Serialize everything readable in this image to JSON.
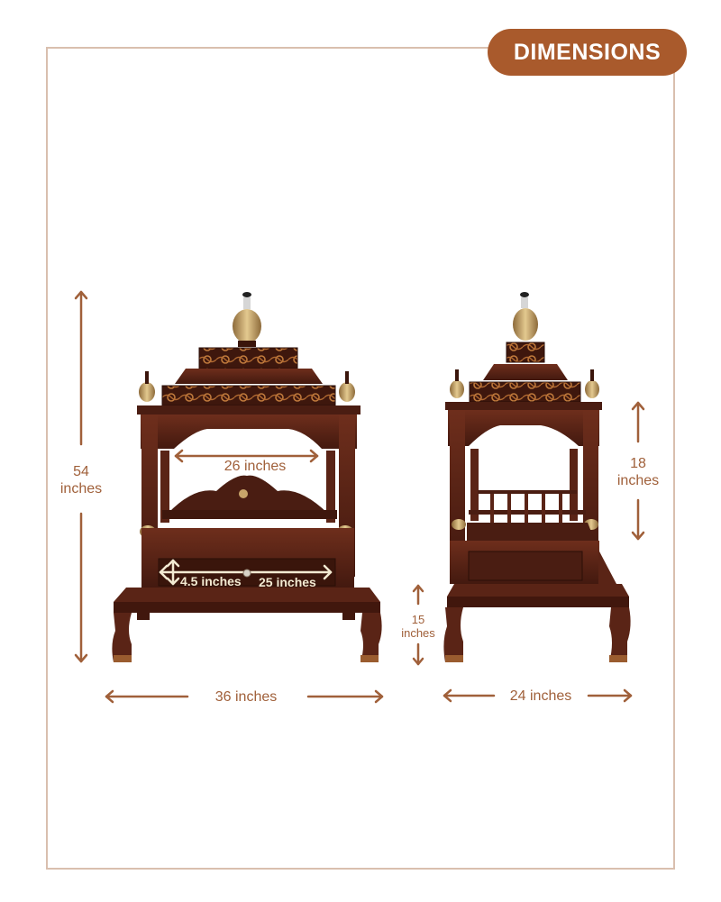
{
  "header": {
    "badge_label": "DIMENSIONS"
  },
  "colors": {
    "badge_bg": "#a95a2c",
    "badge_text": "#ffffff",
    "frame_border": "#d9bfae",
    "annotation": "#a0603a",
    "inner_annotation": "#f3ead2",
    "wood_dark": "#4a1d12",
    "wood_mid": "#6b2c1b",
    "gold": "#c9a56a"
  },
  "front_view": {
    "height_value": "54",
    "height_unit": "inches",
    "width_label": "36 inches",
    "inner_width_label": "26  inches",
    "drawer_height_label": "4.5 inches",
    "drawer_width_label": "25 inches"
  },
  "side_view": {
    "canopy_height_value": "18",
    "canopy_height_unit": "inches",
    "leg_height_value": "15",
    "leg_height_unit": "inches",
    "depth_label": "24 inches"
  }
}
